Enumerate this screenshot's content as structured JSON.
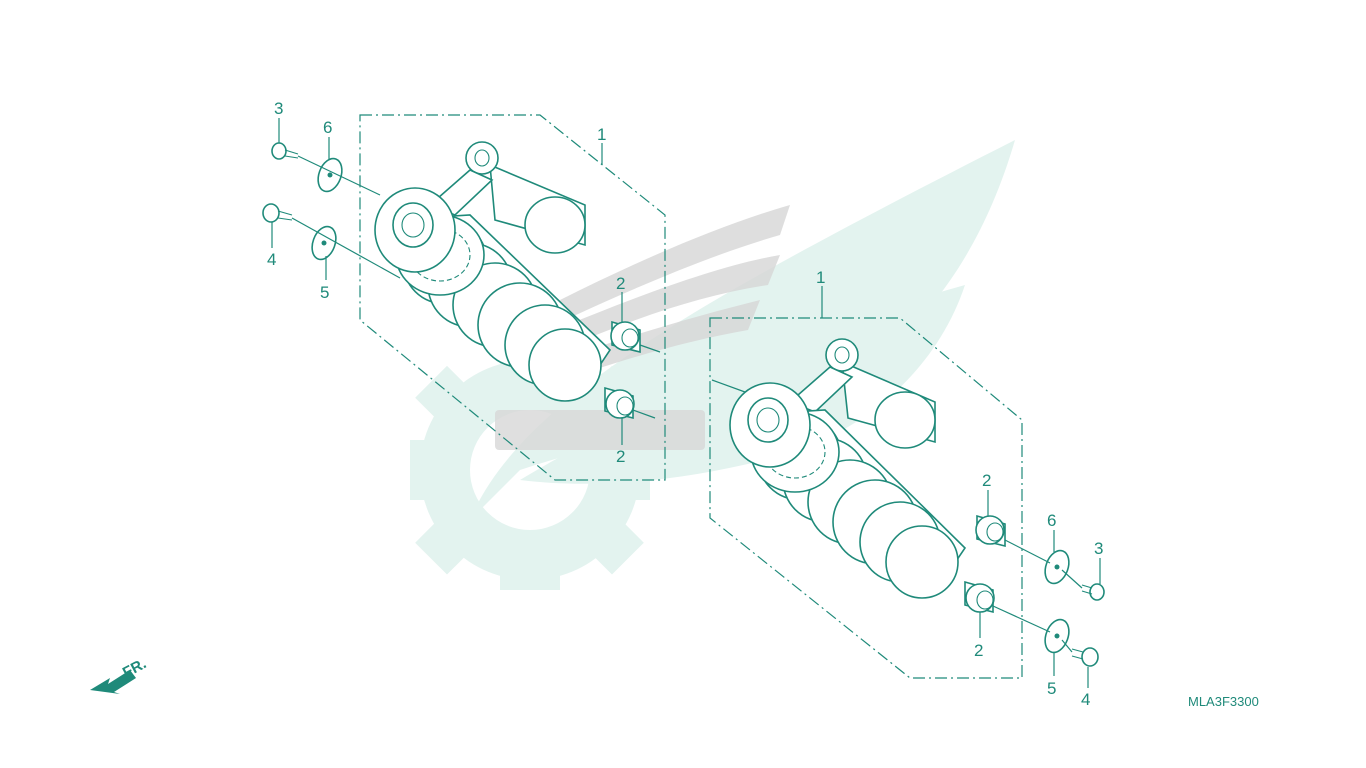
{
  "diagram": {
    "part_code": "MLA3F3300",
    "direction_label": "FR.",
    "colors": {
      "line": "#1f8a7a",
      "watermark": "#e3f3ef",
      "watermark_dots": "#d4d4d4",
      "background": "#ffffff"
    },
    "left_assembly": {
      "callouts": [
        "3",
        "6",
        "4",
        "5",
        "1",
        "2",
        "2"
      ]
    },
    "right_assembly": {
      "callouts": [
        "1",
        "2",
        "6",
        "3",
        "2",
        "5",
        "4"
      ]
    }
  }
}
